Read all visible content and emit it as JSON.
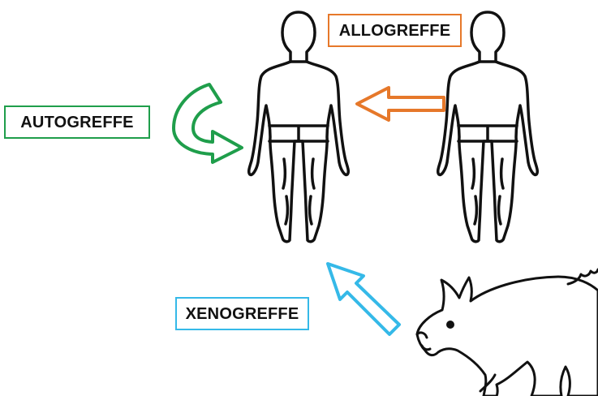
{
  "labels": {
    "autogreffe": "AUTOGREFFE",
    "allogreffe": "ALLOGREFFE",
    "xenogreffe": "XENOGREFFE"
  },
  "colors": {
    "autogreffe": "#1f9e4b",
    "allogreffe": "#e6782a",
    "xenogreffe": "#35b9e8",
    "outline": "#111111"
  },
  "icons": [
    "human-recipient-icon",
    "human-donor-icon",
    "pig-donor-icon"
  ]
}
